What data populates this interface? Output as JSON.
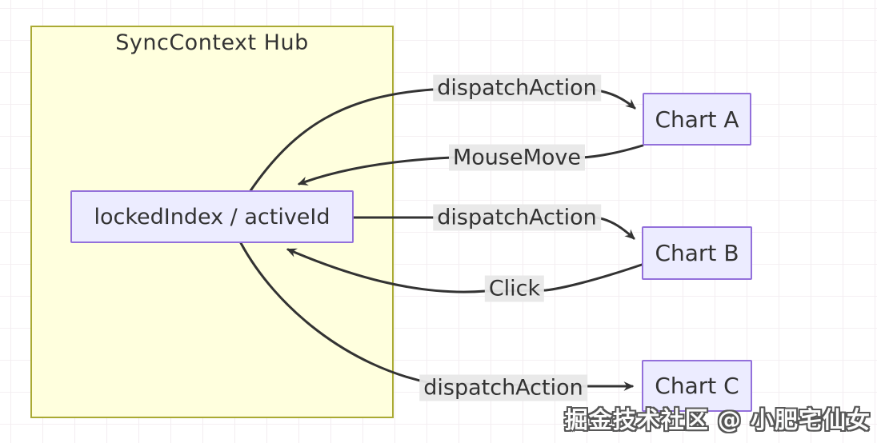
{
  "diagram": {
    "type": "flowchart",
    "cluster": {
      "title": "SyncContext Hub"
    },
    "nodes": {
      "hub": {
        "label": "lockedIndex / activeId"
      },
      "chart_a": {
        "label": "Chart A"
      },
      "chart_b": {
        "label": "Chart B"
      },
      "chart_c": {
        "label": "Chart C"
      }
    },
    "edges": [
      {
        "from": "hub",
        "to": "chart_a",
        "label": "dispatchAction"
      },
      {
        "from": "chart_a",
        "to": "hub",
        "label": "MouseMove"
      },
      {
        "from": "hub",
        "to": "chart_b",
        "label": "dispatchAction"
      },
      {
        "from": "chart_b",
        "to": "hub",
        "label": "Click"
      },
      {
        "from": "hub",
        "to": "chart_c",
        "label": "dispatchAction"
      }
    ],
    "colors": {
      "cluster_fill": "#ffffde",
      "cluster_border": "#aaaa33",
      "node_fill": "#ececff",
      "node_border": "#9370db",
      "edge_stroke": "#333333",
      "edge_label_bg": "#e8e8e8",
      "text": "#333333"
    }
  },
  "watermark": {
    "text": "掘金技术社区 @ 小肥宅仙女"
  }
}
